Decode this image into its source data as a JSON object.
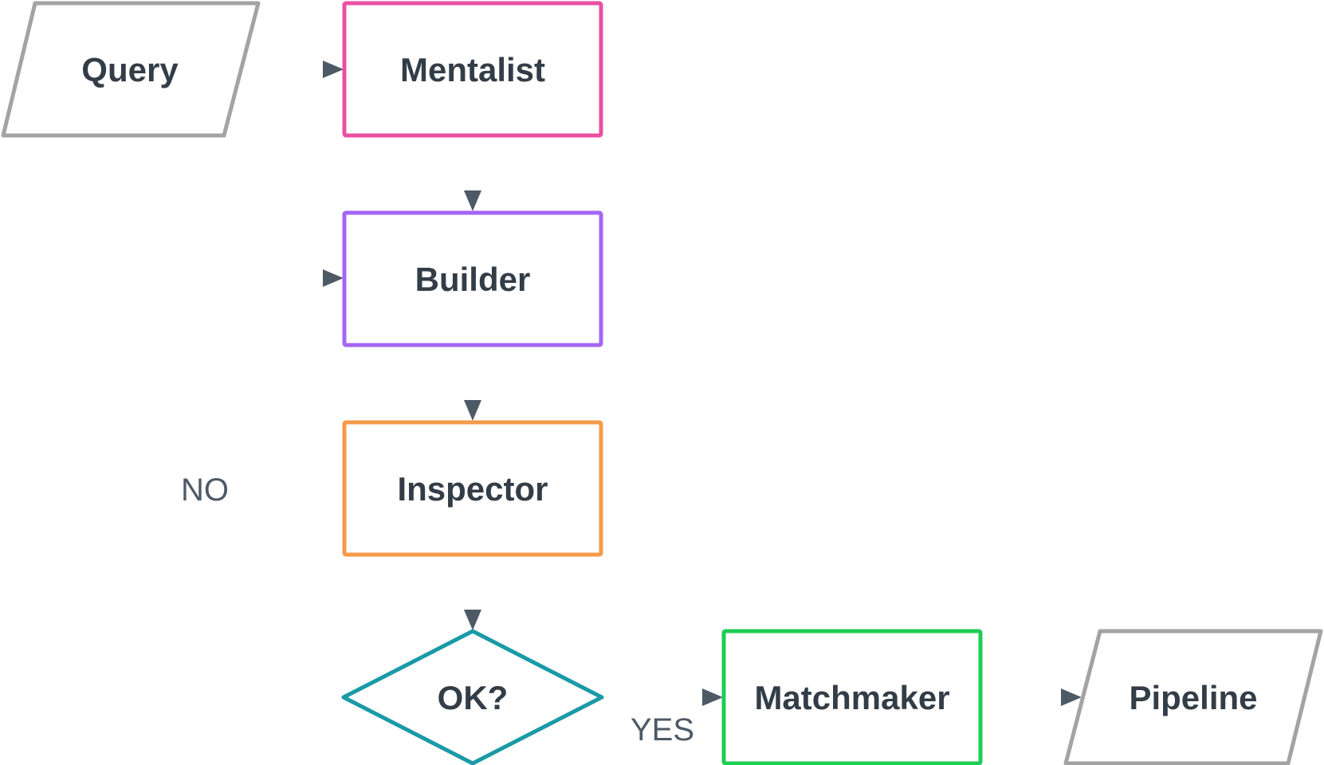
{
  "colors": {
    "edge": "#4d5a66",
    "label": "#333d47",
    "io": "#a3a3a3",
    "mentalist": "#eb4fa3",
    "builder": "#a466f5",
    "inspector": "#f59a4a",
    "decision": "#1a9aa6",
    "matchmaker": "#1fcc54"
  },
  "nodes": {
    "query": {
      "label": "Query",
      "shape": "parallelogram"
    },
    "mentalist": {
      "label": "Mentalist",
      "shape": "rectangle"
    },
    "builder": {
      "label": "Builder",
      "shape": "rectangle"
    },
    "inspector": {
      "label": "Inspector",
      "shape": "rectangle"
    },
    "ok": {
      "label": "OK?",
      "shape": "diamond"
    },
    "matchmaker": {
      "label": "Matchmaker",
      "shape": "rectangle"
    },
    "pipeline": {
      "label": "Pipeline",
      "shape": "parallelogram"
    }
  },
  "edges": {
    "no_label": "NO",
    "yes_label": "YES"
  }
}
